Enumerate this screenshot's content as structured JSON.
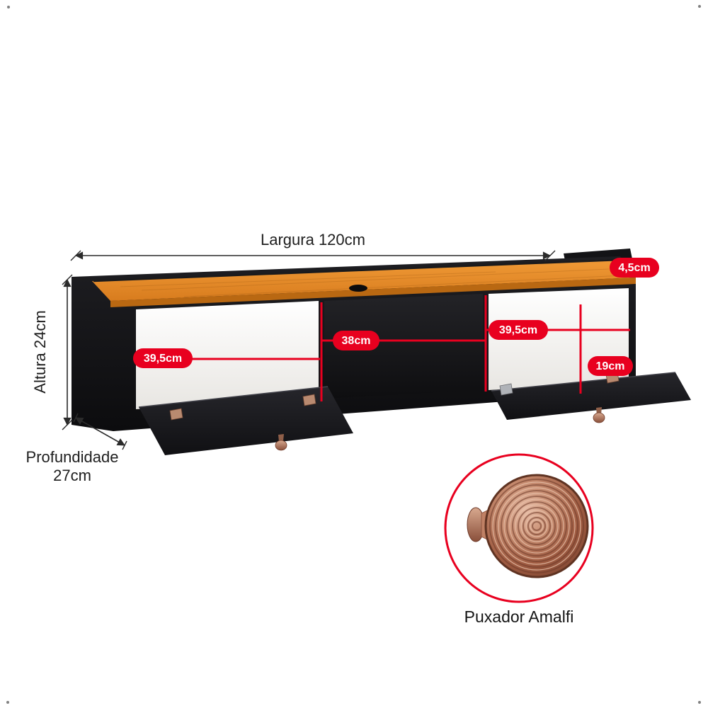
{
  "labels": {
    "width": "Largura 120cm",
    "height": "Altura 24cm",
    "depth_line1": "Profundidade",
    "depth_line2": "27cm",
    "knob": "Puxador Amalfi"
  },
  "badges": {
    "back_rail_height": "4,5cm",
    "left_width": "39,5cm",
    "middle_width": "38cm",
    "right_width": "39,5cm",
    "right_height": "19cm"
  },
  "colors": {
    "accent_red": "#e8001f",
    "wood_top": "#e08a2c",
    "body_black": "#141417",
    "copper": "#b87a5f",
    "background": "#ffffff"
  }
}
